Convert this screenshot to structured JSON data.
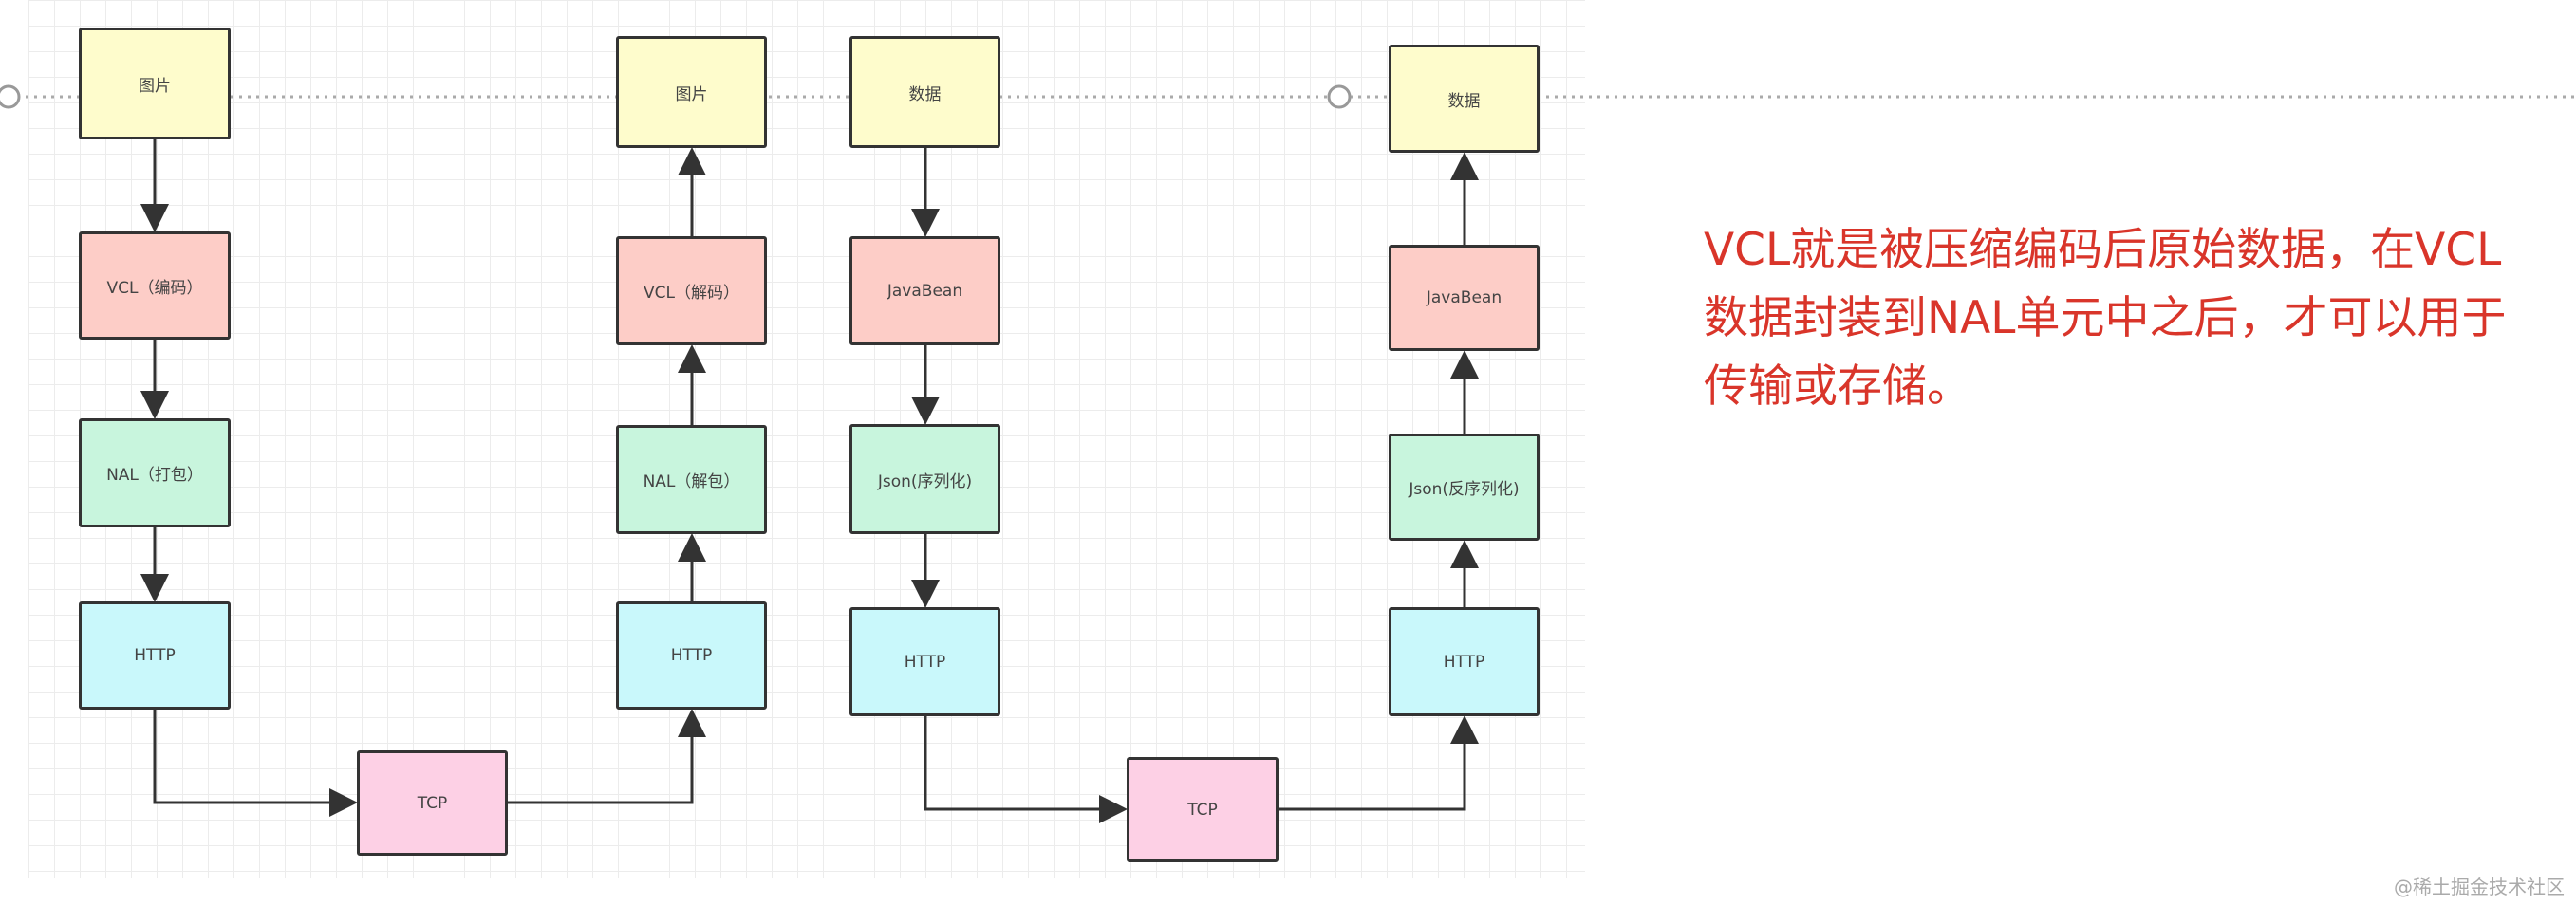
{
  "diagram": {
    "left_flow": {
      "sender": [
        "图片",
        "VCL（编码）",
        "NAL（打包）",
        "HTTP"
      ],
      "transport": "TCP",
      "receiver": [
        "图片",
        "VCL（解码）",
        "NAL（解包）",
        "HTTP"
      ]
    },
    "right_flow": {
      "sender": [
        "数据",
        "JavaBean",
        "Json(序列化)",
        "HTTP"
      ],
      "transport": "TCP",
      "receiver": [
        "数据",
        "JavaBean",
        "Json(反序列化)",
        "HTTP"
      ]
    }
  },
  "note": "VCL就是被压缩编码后原始数据，在VCL数据封装到NAL单元中之后，才可以用于传输或存储。",
  "watermark": "@稀土掘金技术社区",
  "colors": {
    "yellow": "#fefccc",
    "red": "#fdcdc7",
    "green": "#c8f5dd",
    "cyan": "#c9f8fb",
    "pink": "#fdd0e5",
    "note": "#d9352a"
  }
}
